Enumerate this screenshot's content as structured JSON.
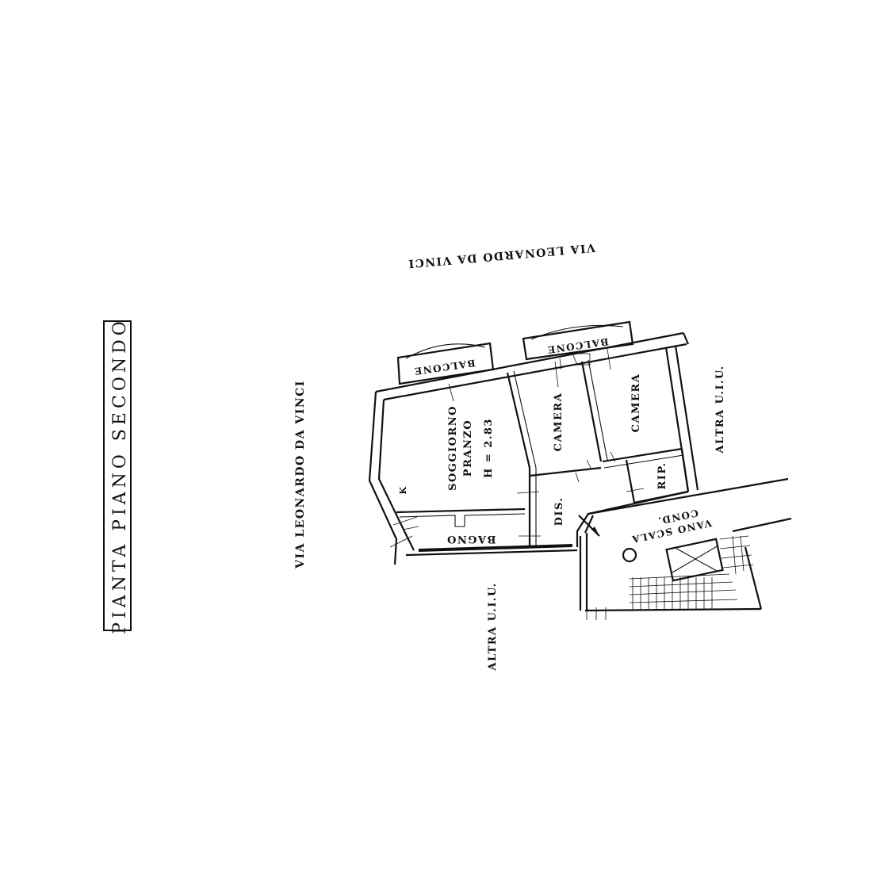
{
  "drawing": {
    "title": "PIANTA PIANO SECONDO",
    "streets": {
      "left": "VIA LEONARDO DA VINCI",
      "top": "VIA LEONARDO DA VINCI"
    },
    "neighbors": {
      "right": "ALTRA U.I.U.",
      "bottom": "ALTRA U.I.U."
    },
    "rooms": {
      "living_line1": "SOGGIORNO",
      "living_line2": "PRANZO",
      "living_height": "H = 2.83",
      "bedroom_1": "CAMERA",
      "bedroom_2": "CAMERA",
      "storage": "RIP.",
      "hallway": "DIS.",
      "bathroom": "BAGNO",
      "kitchen_mark": "K",
      "balcony_1": "BALCONE",
      "balcony_2": "BALCONE",
      "stair_line1": "VANO SCALA",
      "stair_line2": "COND."
    }
  }
}
